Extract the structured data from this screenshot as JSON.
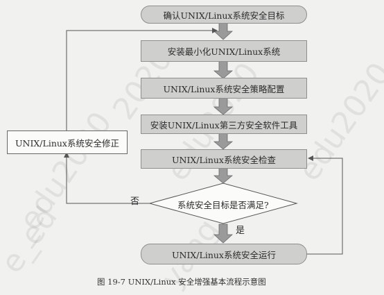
{
  "nodes": {
    "start": "确认UNIX/Linux系统安全目标",
    "step1": "安装最小化UNIX/Linux系统",
    "step2": "UNIX/Linux系统安全策略配置",
    "step3": "安装UNIX/Linux第三方安全软件工具",
    "step4": "UNIX/Linux系统安全检查",
    "decision": "系统安全目标是否满足?",
    "end": "UNIX/Linux系统安全运行",
    "correction": "UNIX/Linux系统安全修正"
  },
  "edge_labels": {
    "no": "否",
    "yes": "是"
  },
  "caption": "图 19-7    UNIX/Linux 安全增强基本流程示意图",
  "watermarks": [
    "2020",
    "edu2020",
    "_edu2020",
    "e_ed",
    "yang",
    "edu2020"
  ]
}
